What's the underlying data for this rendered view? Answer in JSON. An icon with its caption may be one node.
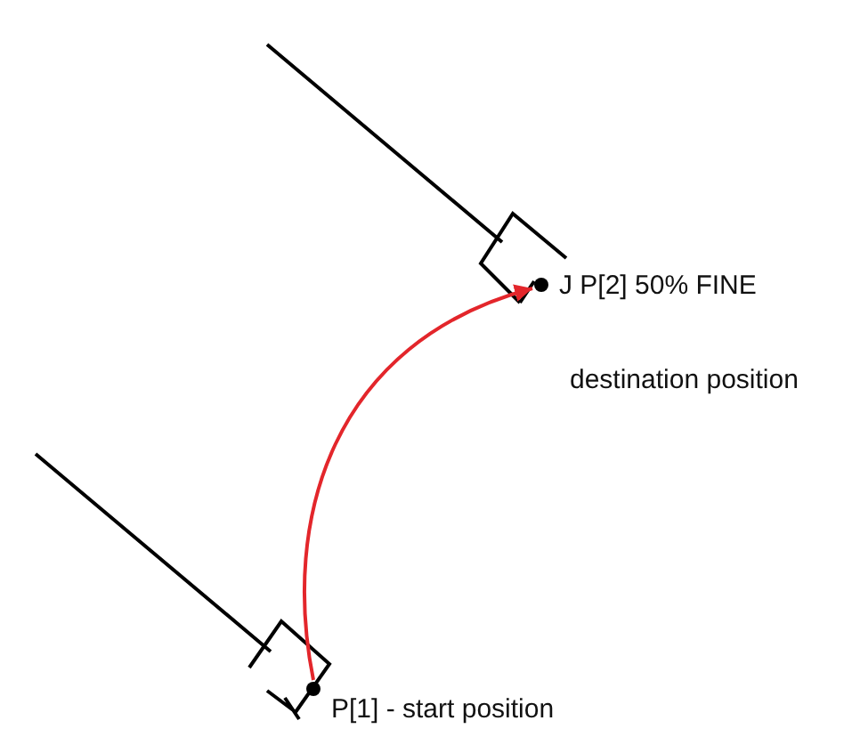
{
  "diagram": {
    "nodes": [
      {
        "text": [],
        "shape": "circle",
        "beside": [
          "P[1]  - start position"
        ]
      },
      {
        "text": [],
        "shape": "circle",
        "beside": [
          "J P[2]  50% FINE",
          "destination position"
        ]
      }
    ],
    "edges": [
      {
        "from": 0,
        "to": 1,
        "arrow": "to",
        "color": "#e3262b"
      }
    ]
  }
}
